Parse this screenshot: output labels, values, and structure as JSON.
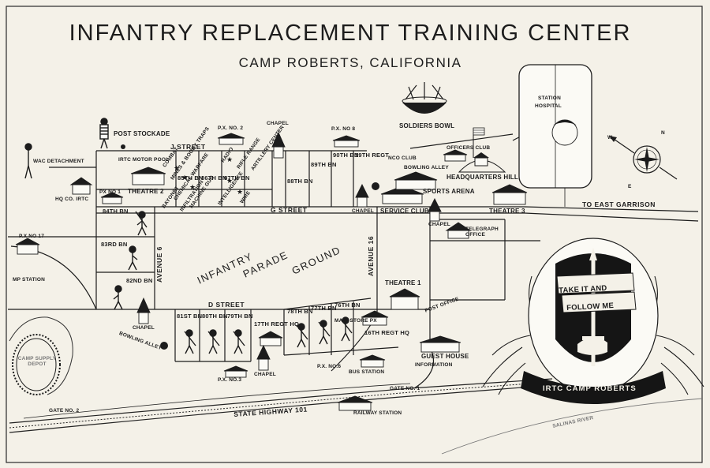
{
  "title": "INFANTRY REPLACEMENT TRAINING CENTER",
  "subtitle": "CAMP ROBERTS, CALIFORNIA",
  "streets": {
    "j_street": "J STREET",
    "g_street": "G STREET",
    "d_street": "D STREET",
    "avenue_6": "AVENUE 6",
    "avenue_16": "AVENUE 16",
    "state_highway": "STATE HIGHWAY 101",
    "to_east_garrison": "TO EAST GARRISON"
  },
  "parade_ground": [
    "INFANTRY",
    "PARADE",
    "GROUND"
  ],
  "battalions": {
    "bn84": "84TH BN",
    "bn83": "83RD BN",
    "bn82": "82ND BN",
    "bn85": "85TH BN",
    "bn86": "86TH BN",
    "bn87": "87TH BN",
    "bn88": "88TH BN",
    "bn89": "89TH BN",
    "bn90": "90TH BN",
    "regt19": "19TH REGT",
    "bn81": "81ST BN",
    "bn80": "80TH BN",
    "bn79": "79TH BN",
    "regt17": "17TH REGT HQ",
    "bn78": "78TH BN",
    "bn77": "77TH BN",
    "bn76": "76TH BN",
    "regt16": "16TH REGT HQ"
  },
  "places": {
    "post_stockade": "POST STOCKADE",
    "wac_detachment": "WAC DETACHMENT",
    "hq_co_irtc": "HQ CO. IRTC",
    "irtc_motor_pool": "IRTC MOTOR POOL",
    "px_no_1": "PX NO 1",
    "theatre_2": "THEATRE 2",
    "px_no_2": "P.X. NO. 2",
    "chapel_top": "CHAPEL",
    "px_no_8": "P.X. NO 8",
    "soldiers_bowl": "SOLDIERS BOWL",
    "ncos_club": "NCO CLUB",
    "bowling_alley_top": "BOWLING ALLEY",
    "officers_club": "OFFICERS CLUB",
    "headquarters_hill": "HEADQUARTERS HILL",
    "sports_arena": "SPORTS ARENA",
    "chapel_gstreet": "CHAPEL",
    "service_club": "SERVICE CLUB",
    "theatre_3": "THEATRE 3",
    "chapel_telegraph": "CHAPEL",
    "telegraph_office": "TELEGRAPH OFFICE",
    "px_no_17": "P.X NO 17",
    "mp_station": "MP STATION",
    "chapel_left": "CHAPEL",
    "bowling_alley_bottom": "BOWLING ALLEY",
    "camp_supply_depot": "CAMP SUPPLY DEPOT",
    "theatre_1": "THEATRE 1",
    "post_office": "POST OFFICE",
    "main_store_px": "MAIN STORE PX",
    "guest_house": "GUEST HOUSE",
    "information": "INFORMATION",
    "px_no_6": "P.X. NO.6",
    "bus_station": "BUS STATION",
    "px_no_3": "P.X. NO.3",
    "chapel_bottom": "CHAPEL",
    "gate_no_1": "GATE NO. 1",
    "gate_no_2": "GATE NO. 2",
    "railway_station": "RAILWAY STATION",
    "salinas_river": "SALINAS RIVER",
    "station_hospital": [
      "STATION",
      "HOSPITAL"
    ]
  },
  "training_labels": {
    "range_labels": [
      "COMBAT",
      "MINES & BOOBY TRAPS",
      "BAYONET",
      "INFILTRATION",
      "RADIO",
      "RIFLE RANGE",
      "INTELLIGENCE",
      "CHEMICAL WARFARE",
      "MACHINE GUN",
      "WIRE",
      "ARTILLERY CENTER"
    ]
  },
  "compass": {
    "n": "N",
    "w": "W",
    "e": "E"
  },
  "insignia": {
    "motto_line1": "TAKE IT AND",
    "motto_line2": "FOLLOW ME",
    "banner": "IRTC CAMP ROBERTS"
  },
  "colors": {
    "paper": "#f4f1e8",
    "ink": "#1c1c1c",
    "shield": "#151515"
  }
}
